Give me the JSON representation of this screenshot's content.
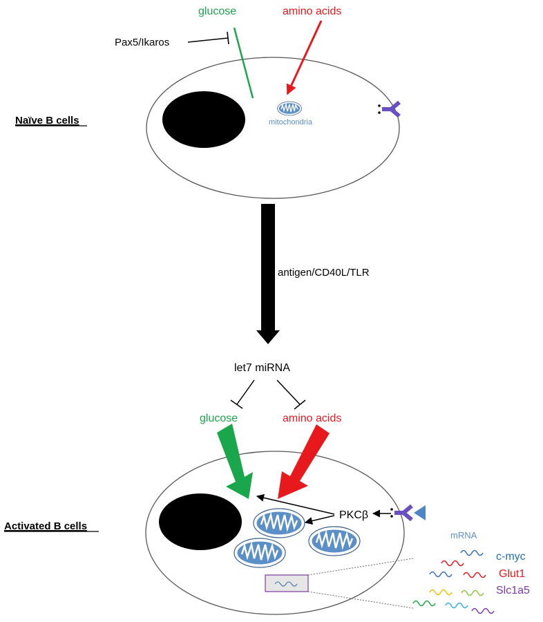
{
  "naive": {
    "section_label": "Naïve B cells",
    "glucose": "glucose",
    "amino_acids": "amino acids",
    "inhibitor": "Pax5/Ikaros",
    "mitochondria": "mitochondria"
  },
  "stimulus": {
    "label": "antigen/CD40L/TLR"
  },
  "regulator": {
    "label": "let7 miRNA"
  },
  "activated": {
    "section_label": "Activated B cells",
    "glucose": "glucose",
    "amino_acids": "amino acids",
    "kinase": "PKCβ",
    "mrna_title": "mRNA",
    "genes": [
      {
        "name": "c-myc",
        "color": "#1e6fb5"
      },
      {
        "name": "Glut1",
        "color": "#e8191d"
      },
      {
        "name": "Slc1a5",
        "color": "#7a3aa6"
      }
    ]
  },
  "colors": {
    "glucose": "#1aa64a",
    "amino_acids": "#e8191d",
    "mito_fill": "#5b8fc7",
    "receptor": "#6a4fc3",
    "antigen": "#4f86c6",
    "mrna_label": "#5b8fc7"
  }
}
